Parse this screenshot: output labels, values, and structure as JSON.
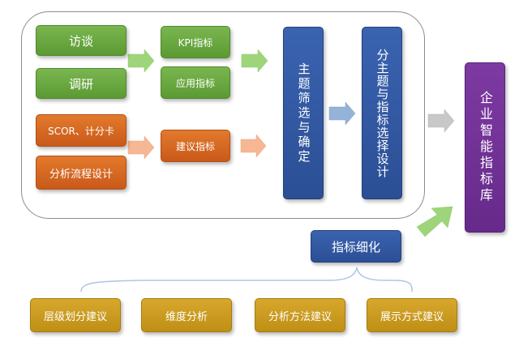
{
  "sources": {
    "interview": "访谈",
    "research": "调研",
    "scor": "SCOR、计分卡",
    "process_design": "分析流程设计"
  },
  "indicators": {
    "kpi": "KPI指标",
    "application": "应用指标",
    "suggested": "建议指标"
  },
  "steps": {
    "topic_selection": "主题筛选与确定",
    "subtopic_design": "分主题与指标选择设计",
    "enterprise_library": "企业智能指标库"
  },
  "refinement": {
    "label": "指标细化",
    "items": [
      "层级划分建议",
      "维度分析",
      "分析方法建议",
      "展示方式建议"
    ]
  },
  "colors": {
    "green": "#6aa840",
    "orange": "#d8692a",
    "blue": "#2f56a0",
    "purple": "#722f97",
    "gold": "#c99a1f",
    "arrow_green": "#9fd57a",
    "arrow_orange": "#f6b794",
    "arrow_blue": "#95b3d7",
    "arrow_gray": "#c8c8c8"
  }
}
